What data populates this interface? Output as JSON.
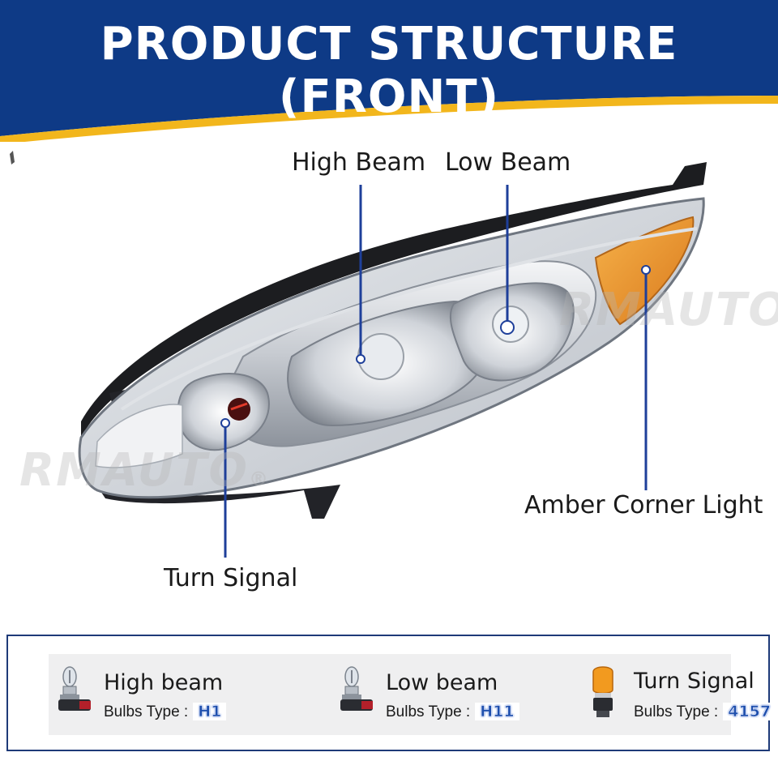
{
  "header": {
    "title": "PRODUCT STRUCTURE (FRONT)",
    "colors": {
      "band": "#0e3a86",
      "stripe": "#f2b61c"
    }
  },
  "callouts": {
    "high_beam": "High Beam",
    "low_beam": "Low Beam",
    "amber_corner_light": "Amber Corner Light",
    "turn_signal": "Turn Signal"
  },
  "watermark": {
    "text": "RMAUTO",
    "mark": "®"
  },
  "bulbs": [
    {
      "name": "High beam",
      "type_label": "Bulbs Type :",
      "code": "H1",
      "icon": "halogen-bulb-icon"
    },
    {
      "name": "Low beam",
      "type_label": "Bulbs Type :",
      "code": "H11",
      "icon": "halogen-bulb-icon"
    },
    {
      "name": "Turn Signal",
      "type_label": "Bulbs Type :",
      "code": "4157",
      "icon": "amber-bulb-icon"
    }
  ]
}
